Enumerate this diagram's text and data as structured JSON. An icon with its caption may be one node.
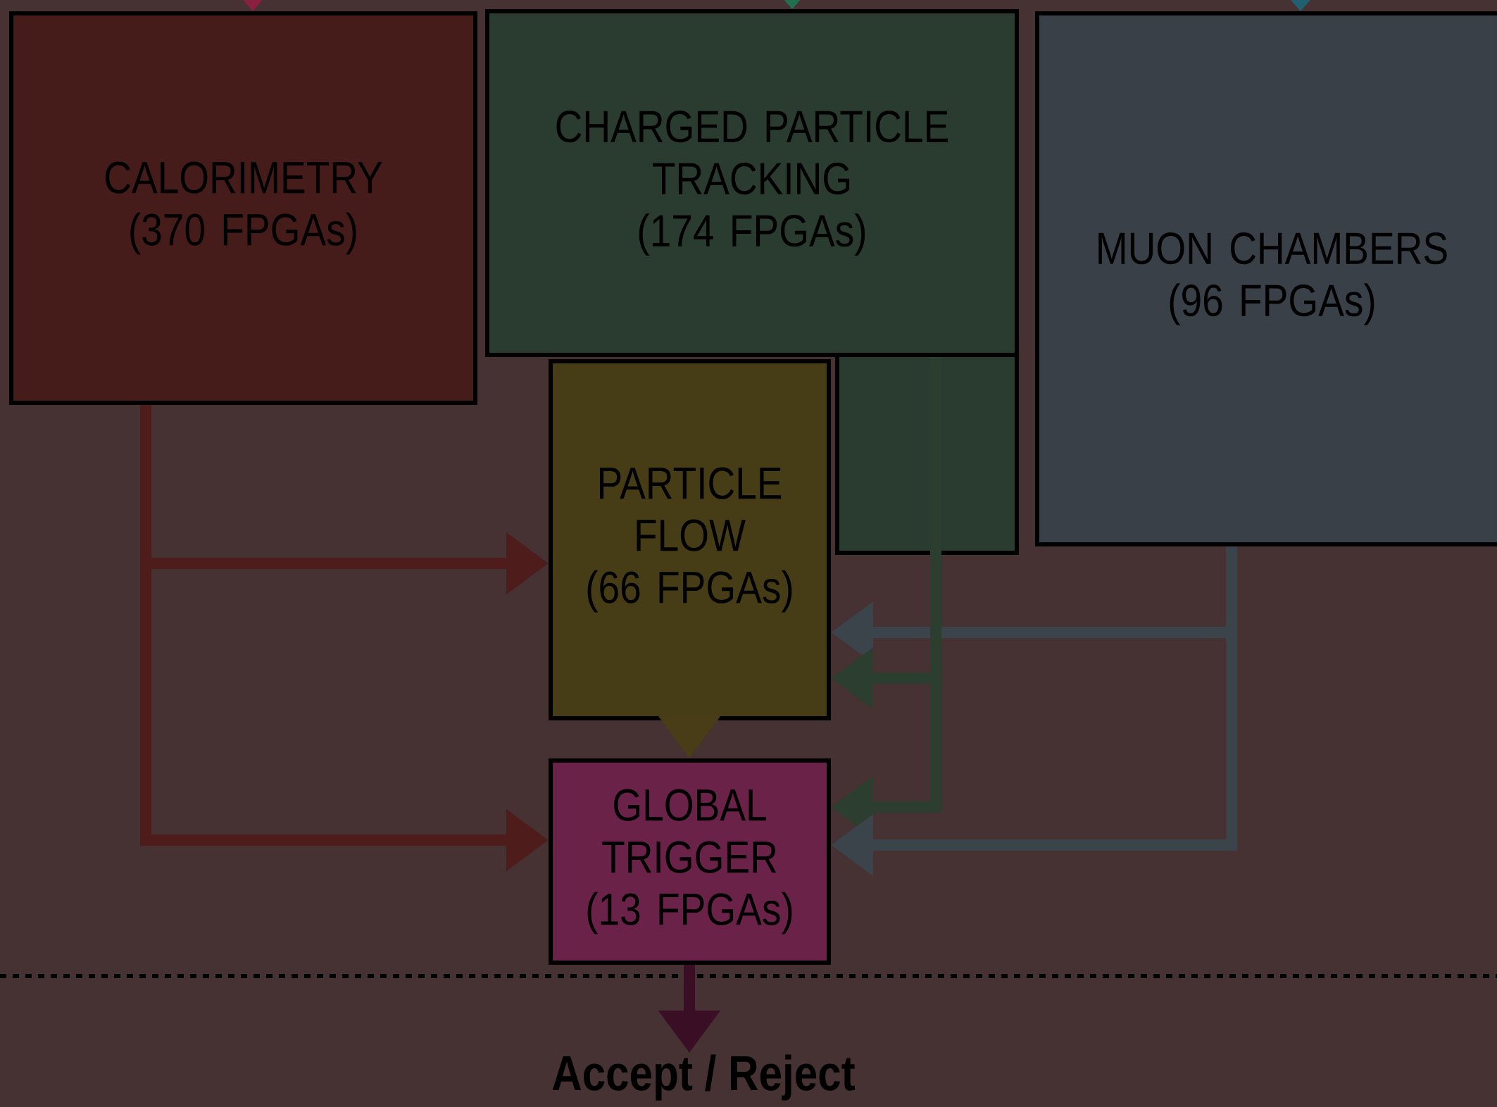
{
  "diagram": {
    "nodes": [
      {
        "text": [
          "CALORIMETRY",
          "(370 FPGAs)"
        ]
      },
      {
        "text": [
          "CHARGED PARTICLE TRACKING",
          "(174 FPGAs)"
        ]
      },
      {
        "text": [
          "MUON CHAMBERS",
          "(96 FPGAs)"
        ]
      },
      {
        "text": [
          "PARTICLE FLOW",
          "(66 FPGAs)"
        ]
      },
      {
        "text": [
          "GLOBAL TRIGGER",
          "(13 FPGAs)"
        ]
      },
      {
        "text": [
          "Accept / Reject"
        ]
      }
    ],
    "edges": [
      {
        "from": null,
        "to": 0,
        "arrow": "to",
        "color": "#8a2040"
      },
      {
        "from": null,
        "to": 1,
        "arrow": "to",
        "color": "#207050"
      },
      {
        "from": null,
        "to": 2,
        "arrow": "to",
        "color": "#206070"
      },
      {
        "from": 0,
        "to": 3,
        "arrow": "to",
        "color": "#4e1c1a"
      },
      {
        "from": 0,
        "to": 4,
        "arrow": "to",
        "color": "#4e1c1a"
      },
      {
        "from": 2,
        "to": 3,
        "arrow": "to",
        "color": "#3b434b"
      },
      {
        "from": 1,
        "to": 3,
        "arrow": "to",
        "color": "#2c3e30"
      },
      {
        "from": 1,
        "to": 4,
        "arrow": "to",
        "color": "#2c3e30"
      },
      {
        "from": 2,
        "to": 4,
        "arrow": "to",
        "color": "#3b434b"
      },
      {
        "from": 3,
        "to": 4,
        "arrow": "to",
        "color": "#483d16"
      },
      {
        "from": 4,
        "to": 5,
        "arrow": "to",
        "color": "#3a0e25"
      }
    ]
  }
}
